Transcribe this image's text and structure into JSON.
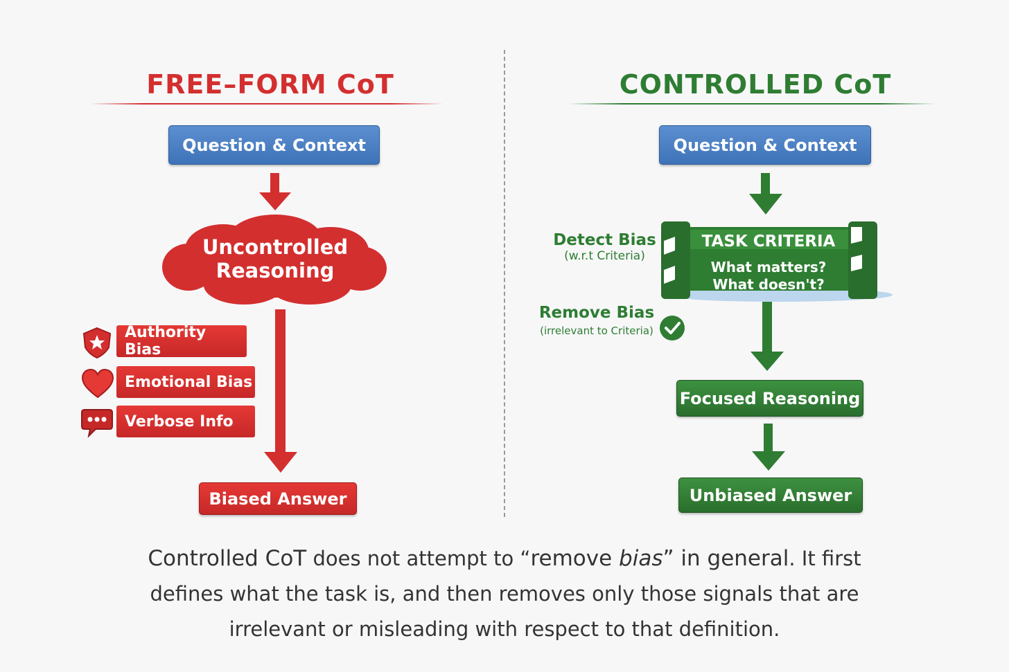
{
  "left": {
    "title": "FREE–FORM CoT",
    "question": "Question & Context",
    "cloud_line1": "Uncontrolled",
    "cloud_line2": "Reasoning",
    "biases": [
      {
        "label": "Authority Bias",
        "icon": "star-shield-icon"
      },
      {
        "label": "Emotional Bias",
        "icon": "heart-icon"
      },
      {
        "label": "Verbose Info",
        "icon": "speech-bubble-icon"
      }
    ],
    "answer": "Biased Answer"
  },
  "right": {
    "title": "CONTROLLED CoT",
    "question": "Question & Context",
    "detect_title": "Detect Bias",
    "detect_sub": "(w.r.t Criteria)",
    "criteria_title": "TASK CRITERIA",
    "criteria_line1": "What matters?",
    "criteria_line2": "What doesn't?",
    "remove_title": "Remove Bias",
    "remove_sub": "(irrelevant to Criteria)",
    "reasoning": "Focused Reasoning",
    "answer": "Unbiased Answer"
  },
  "caption": {
    "part1": "Controlled CoT",
    "part2": " does not attempt to “",
    "part3": "remove ",
    "part4": "bias",
    "part5": "” in general",
    "part6": ". It first",
    "line2": "defines what the task is, and then removes only those signals that are",
    "line3": "irrelevant or misleading with respect to that definition."
  },
  "colors": {
    "red": "#d32f2f",
    "green": "#2e7d32",
    "blue": "#3f73b8"
  }
}
